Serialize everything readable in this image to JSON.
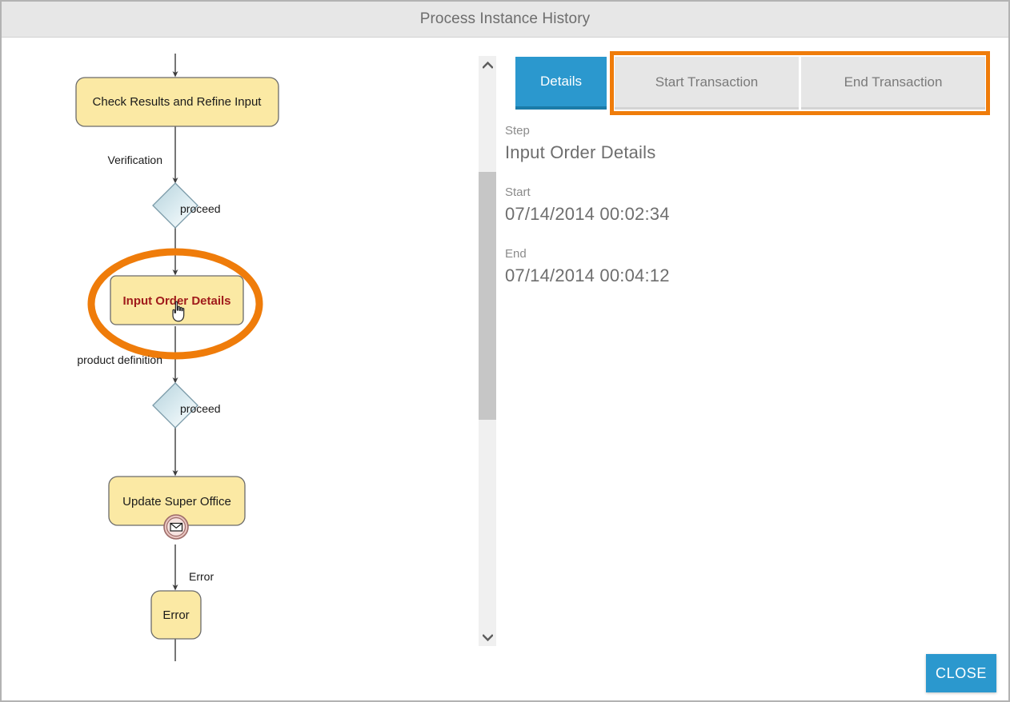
{
  "dialog": {
    "title": "Process Instance History"
  },
  "diagram": {
    "nodes": [
      {
        "id": "check-results",
        "label": "Check Results and Refine Input",
        "type": "task",
        "active": false
      },
      {
        "id": "verification-gateway",
        "label": "",
        "type": "gateway",
        "active": false
      },
      {
        "id": "input-order-details",
        "label": "Input Order Details",
        "type": "task",
        "active": true
      },
      {
        "id": "product-definition-gateway",
        "label": "",
        "type": "gateway",
        "active": false
      },
      {
        "id": "update-super-office",
        "label": "Update Super Office",
        "type": "task",
        "active": false
      },
      {
        "id": "error",
        "label": "Error",
        "type": "task",
        "active": false
      }
    ],
    "edge_labels": [
      {
        "id": "verification",
        "text": "Verification"
      },
      {
        "id": "proceed-1",
        "text": "proceed"
      },
      {
        "id": "product-definition",
        "text": "product definition"
      },
      {
        "id": "proceed-2",
        "text": "proceed"
      },
      {
        "id": "error-boundary",
        "text": "Error"
      }
    ],
    "boundary_event": {
      "id": "message-error-event",
      "icon": "envelope-icon"
    },
    "cursor": {
      "type": "pointing-hand-cursor"
    },
    "highlight": {
      "shape": "ellipse",
      "target": "input-order-details",
      "color": "#ef7c0a"
    },
    "colors": {
      "task_fill": "#fbe9a4",
      "task_stroke": "#6b6b6b",
      "gateway_fill_light": "#ffffff",
      "gateway_fill_dark": "#b8d4dd",
      "gateway_stroke": "#7a9aa8",
      "edge_stroke": "#3c3c3c",
      "active_text": "#a01b1b",
      "event_fill": "#e8c5c0",
      "event_stroke": "#9d6b68"
    }
  },
  "scrollbar": {
    "up_arrow_icon": "chevron-up-icon",
    "down_arrow_icon": "chevron-down-icon"
  },
  "panel": {
    "tabs": [
      {
        "id": "details",
        "label": "Details",
        "selected": true
      },
      {
        "id": "start-transaction",
        "label": "Start Transaction",
        "selected": false
      },
      {
        "id": "end-transaction",
        "label": "End Transaction",
        "selected": false
      }
    ],
    "fields": [
      {
        "id": "step",
        "label": "Step",
        "value": "Input Order Details"
      },
      {
        "id": "start",
        "label": "Start",
        "value": "07/14/2014 00:02:34"
      },
      {
        "id": "end",
        "label": "End",
        "value": "07/14/2014 00:04:12"
      }
    ]
  },
  "footer": {
    "close_label": "CLOSE"
  },
  "colors": {
    "accent_blue": "#2b98ce",
    "accent_blue_dark": "#1b7ba8",
    "highlight_orange": "#ef7c0a",
    "title_bar": "#e7e7e7",
    "tab_inactive": "#e6e6e6"
  }
}
